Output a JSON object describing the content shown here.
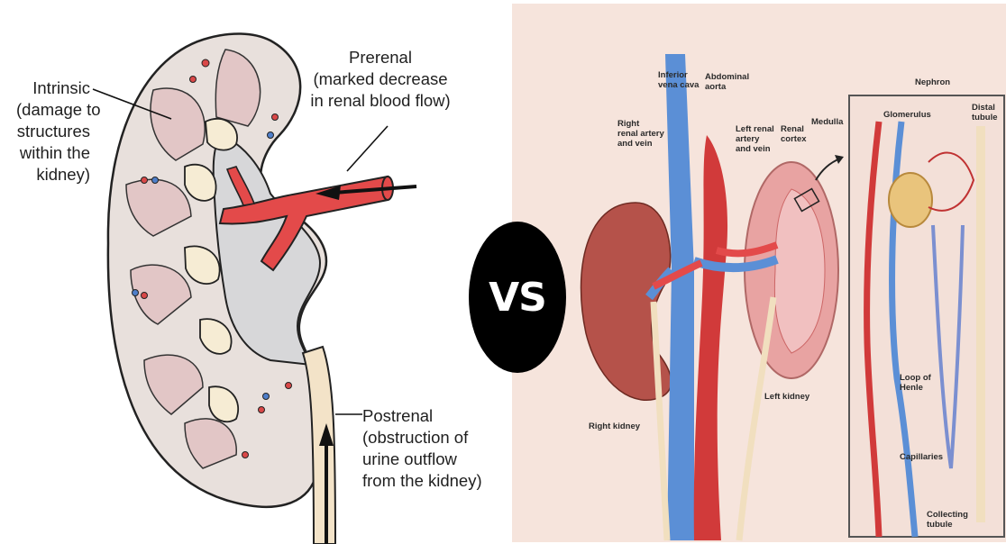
{
  "left_panel": {
    "intrinsic": [
      "Intrinsic",
      "(damage to",
      "structures",
      "within the",
      "kidney)"
    ],
    "prerenal": [
      "Prerenal",
      "(marked decrease",
      "in renal blood flow)"
    ],
    "postrenal": [
      "Postrenal",
      "(obstruction of",
      "urine outflow",
      "from the kidney)"
    ]
  },
  "vs_label": "VS",
  "right_panel": {
    "inferior_vena_cava": [
      "Inferior",
      "vena cava"
    ],
    "abdominal_aorta": [
      "Abdominal",
      "aorta"
    ],
    "right_renal": [
      "Right",
      "renal artery",
      "and vein"
    ],
    "left_renal": [
      "Left renal",
      "artery",
      "and vein"
    ],
    "renal_cortex": [
      "Renal",
      "cortex"
    ],
    "medulla": "Medulla",
    "right_kidney": "Right kidney",
    "left_kidney": "Left kidney",
    "nephron": "Nephron",
    "glomerulus": "Glomerulus",
    "distal_tubule": [
      "Distal",
      "tubule"
    ],
    "loop_of_henle": [
      "Loop of",
      "Henle"
    ],
    "capillaries": "Capillaries",
    "collecting_tubule": [
      "Collecting",
      "tubule"
    ]
  },
  "colors": {
    "artery": "#d93a3a",
    "vein": "#4f82c9",
    "kidney_brown": "#b5524a",
    "background_pink": "#f6e4dc"
  }
}
